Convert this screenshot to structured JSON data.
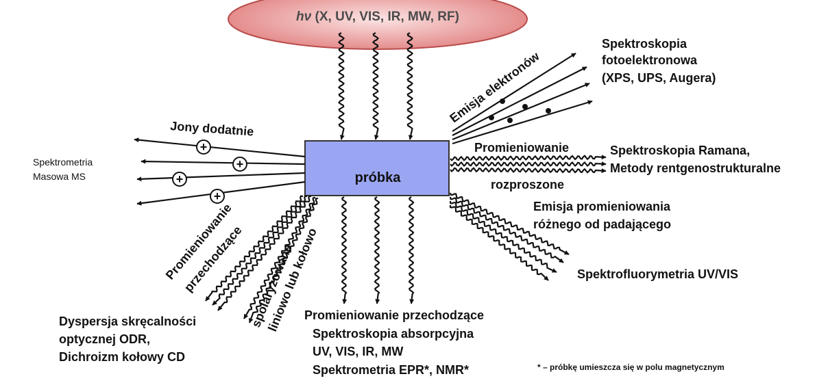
{
  "source": {
    "hv": "hν",
    "ranges": " (X, UV, VIS, IR, MW, RF)",
    "colors": {
      "ellipse_center": "#fbe3e3",
      "ellipse_edge": "#e07b7b",
      "ellipse_stroke": "#b94c4c"
    }
  },
  "sample": {
    "label": "próbka",
    "color": "#9ba6f2"
  },
  "ions": {
    "label": "Jony dodatnie",
    "symbol": "+"
  },
  "mass_spec": {
    "line1": "Spektrometria",
    "line2": "Masowa MS"
  },
  "electrons": {
    "label": "Emisja elektronów"
  },
  "photoelectron": {
    "line1": "Spektroskopia",
    "line2": "fotoelektronowa",
    "line3": "(XPS, UPS, Augera)"
  },
  "scattered": {
    "line1": "Promieniowanie",
    "line2": "rozproszone"
  },
  "raman": {
    "line1": "Spektroskopia Ramana,",
    "line2": "Metody rentgenostrukturalne"
  },
  "emission": {
    "line1": "Emisja promieniowania",
    "line2": "różnego od padającego"
  },
  "fluorimetry": {
    "label": "Spektrofluorymetria UV/VIS"
  },
  "transmitted_left": {
    "line1": "Promieniowanie",
    "line2": "przechodzące"
  },
  "polarized": {
    "line1": "spolaryzowane",
    "line2": "liniowo lub kołowo"
  },
  "odr": {
    "line1": "Dyspersja skręcalności",
    "line2": "optycznej ODR,",
    "line3": "Dichroizm kołowy CD"
  },
  "transmitted_bottom": {
    "line1": "Promieniowanie przechodzące",
    "line2": "Spektroskopia absorpcyjna",
    "line3": "UV, VIS,  IR, MW",
    "line4": "Spektrometria EPR*, NMR*"
  },
  "footnote": {
    "label": "* – próbkę umieszcza się w polu magnetycznym"
  }
}
